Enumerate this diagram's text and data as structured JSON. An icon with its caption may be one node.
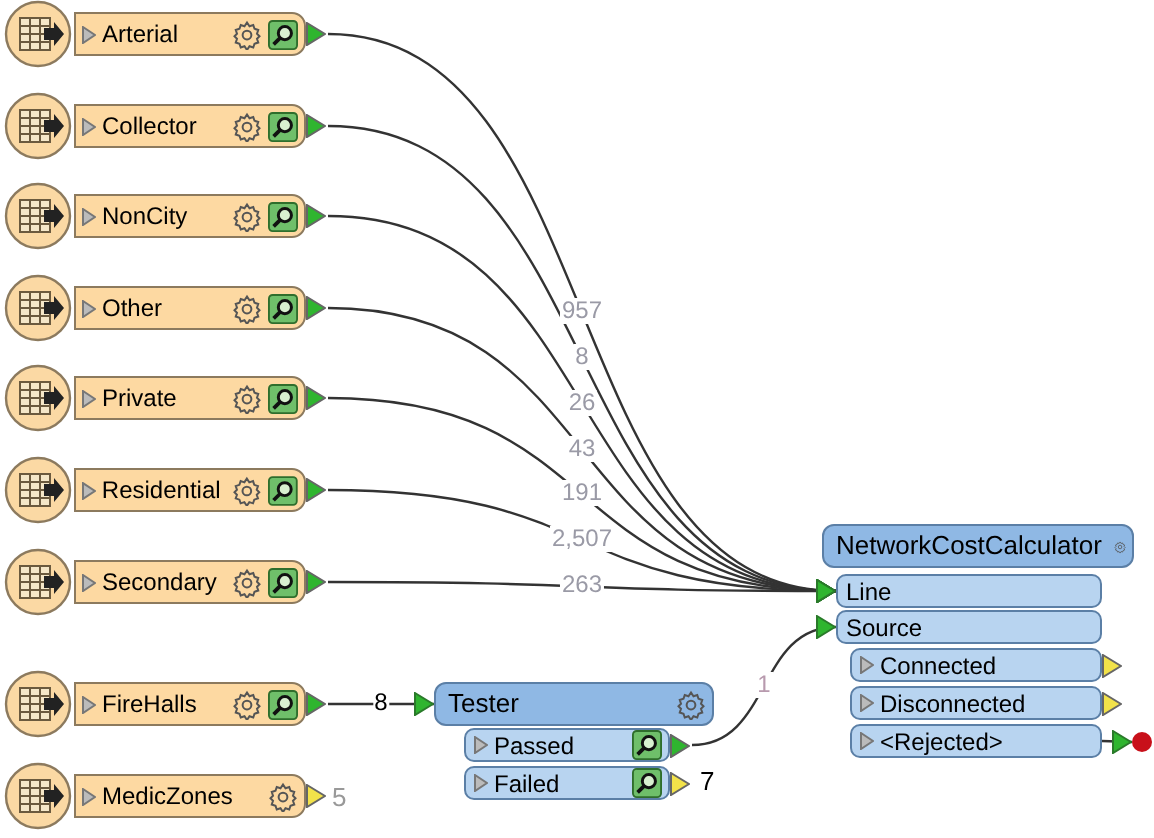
{
  "diagram": {
    "nodes": [
      {
        "text": [
          "Arterial"
        ]
      },
      {
        "text": [
          "Collector"
        ]
      },
      {
        "text": [
          "NonCity"
        ]
      },
      {
        "text": [
          "Other"
        ]
      },
      {
        "text": [
          "Private"
        ]
      },
      {
        "text": [
          "Residential"
        ]
      },
      {
        "text": [
          "Secondary"
        ]
      },
      {
        "text": [
          "FireHalls"
        ]
      },
      {
        "text": [
          "MedicZones"
        ],
        "beside": [
          "5"
        ]
      },
      {
        "text": [
          "Tester"
        ]
      },
      {
        "text": [
          "Passed"
        ]
      },
      {
        "text": [
          "Failed"
        ],
        "beside": [
          "7"
        ]
      },
      {
        "text": [
          "NetworkCostCalculator"
        ]
      },
      {
        "text": [
          "Line"
        ]
      },
      {
        "text": [
          "Source"
        ]
      },
      {
        "text": [
          "Connected"
        ]
      },
      {
        "text": [
          "Disconnected"
        ]
      },
      {
        "text": [
          "<Rejected>"
        ]
      },
      {
        "text": [],
        "shape": "circle"
      }
    ],
    "edges": [
      {
        "from": 0,
        "to": 13,
        "arrow": "to",
        "label": "957"
      },
      {
        "from": 1,
        "to": 13,
        "arrow": "to",
        "label": "8"
      },
      {
        "from": 2,
        "to": 13,
        "arrow": "to",
        "label": "26"
      },
      {
        "from": 3,
        "to": 13,
        "arrow": "to",
        "label": "43"
      },
      {
        "from": 4,
        "to": 13,
        "arrow": "to",
        "label": "191"
      },
      {
        "from": 5,
        "to": 13,
        "arrow": "to",
        "label": "2,507"
      },
      {
        "from": 6,
        "to": 13,
        "arrow": "to",
        "label": "263"
      },
      {
        "from": 7,
        "to": 9,
        "arrow": "to",
        "label": "8"
      },
      {
        "from": 10,
        "to": 14,
        "arrow": "to",
        "label": "1"
      },
      {
        "from": 17,
        "to": 18,
        "arrow": "to"
      }
    ]
  }
}
